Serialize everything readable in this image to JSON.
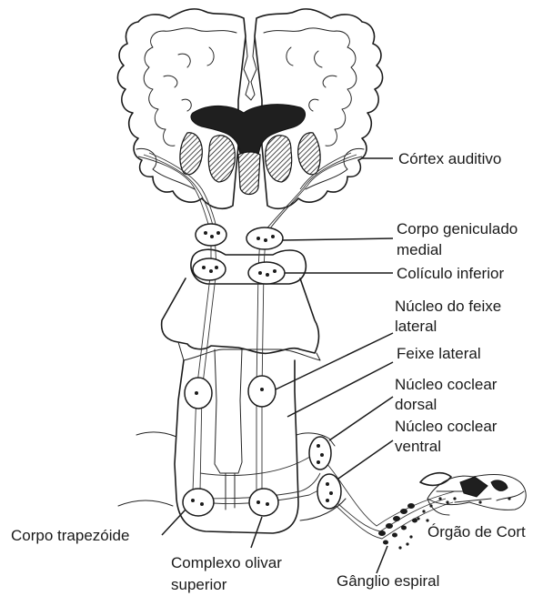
{
  "labels": {
    "cortex_auditivo": "Córtex auditivo",
    "corpo_geniculado_1": "Corpo geniculado",
    "corpo_geniculado_2": "medial",
    "coliculo_inferior": "Colículo inferior",
    "nucleo_feixe_1": "Núcleo do feixe",
    "nucleo_feixe_2": "lateral",
    "feixe_lateral": "Feixe lateral",
    "coclear_dorsal_1": "Núcleo coclear",
    "coclear_dorsal_2": "dorsal",
    "coclear_ventral_1": "Núcleo coclear",
    "coclear_ventral_2": "ventral",
    "orgao_de_cort": "Órgão de Cort",
    "ganglio_espiral": "Gânglio espiral",
    "complexo_olivar_1": "Complexo olivar",
    "complexo_olivar_2": "superior",
    "corpo_trapezoide": "Corpo trapezóide"
  },
  "colors": {
    "ink": "#1a1a1a",
    "background": "#ffffff"
  }
}
